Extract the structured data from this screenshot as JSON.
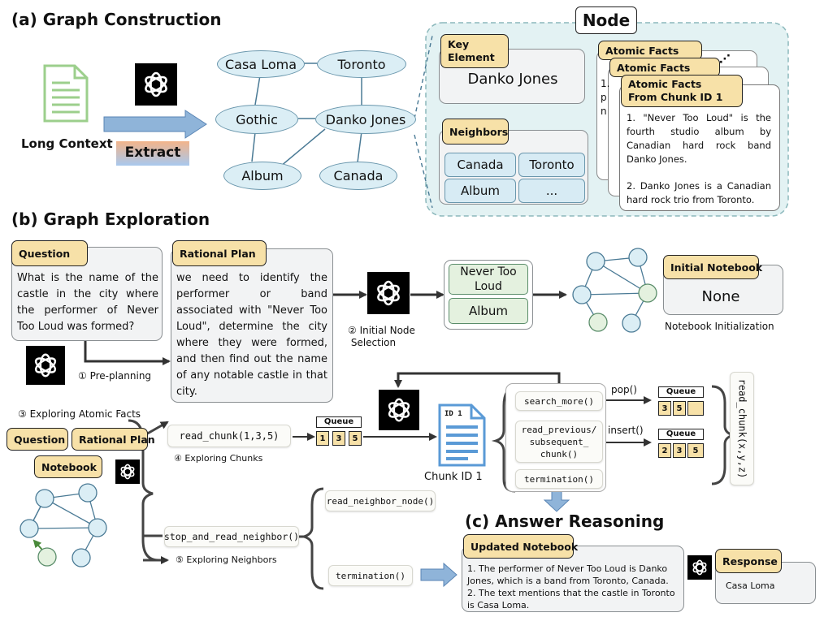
{
  "section_a": {
    "title": "(a) Graph Construction",
    "input_label": "Long Context",
    "extract_label": "Extract",
    "graph_nodes": [
      "Casa Loma",
      "Toronto",
      "Gothic",
      "Danko Jones",
      "Album",
      "Canada"
    ],
    "node_title": "Node",
    "key_element_label": "Key\nElement",
    "key_element_value": "Danko Jones",
    "neighbors_label": "Neighbors",
    "neighbors": [
      "Canada",
      "Toronto",
      "Album",
      "..."
    ],
    "atomic_facts_label": "Atomic Facts",
    "atomic_facts_front_label": "Atomic Facts\nFrom Chunk ID 1",
    "behind_partial": "1.\np\nn",
    "fact_1": "1. \"Never Too Loud\" is the fourth studio album by Canadian hard rock band Danko Jones.",
    "fact_2": "2. Danko Jones is a Canadian hard rock trio from Toronto."
  },
  "section_b": {
    "title": "(b) Graph Exploration",
    "question_label": "Question",
    "question_text": "What is the name of the castle in the city where the performer of Never Too Loud was formed?",
    "plan_label": "Rational Plan",
    "plan_text": "we need to identify the performer or band associated with \"Never Too Loud\", determine the city where they were formed, and then find out the name of any notable castle in that city.",
    "step1": "① Pre-planning",
    "step2": "② Initial Node\n Selection",
    "selected_nodes": [
      "Never Too\nLoud",
      "Album"
    ],
    "notebook_label": "Initial Notebook",
    "notebook_value": "None",
    "notebook_caption": "Notebook Initialization",
    "step3": "③ Exploring Atomic Facts",
    "mini_question": "Question",
    "mini_plan": "Rational Plan",
    "mini_notebook": "Notebook",
    "read_chunk": "read_chunk(1,3,5)",
    "step4": "④ Exploring Chunks",
    "queue_label": "Queue",
    "queue_1": [
      "1",
      "3",
      "5"
    ],
    "chunk_label": "Chunk ID 1",
    "doc_tag": "ID 1",
    "search_more": "search_more()",
    "read_prev": "read_previous/\nsubsequent_\nchunk()",
    "termination_chunk": "termination()",
    "pop_label": "pop()",
    "insert_label": "insert()",
    "queue_2": [
      "3",
      "5",
      ""
    ],
    "queue_3": [
      "2",
      "3",
      "5"
    ],
    "read_chunk_xyz": "read_chunk(x,y,z)",
    "stop_read_neighbor": "stop_and_read_neighbor()",
    "step5": "⑤ Exploring Neighbors",
    "read_neighbor_node": "read_neighbor_node()",
    "termination_neighbor": "termination()"
  },
  "section_c": {
    "title": "(c) Answer Reasoning",
    "updated_notebook_label": "Updated Notebook",
    "updated_notebook_text": "1. The performer of Never Too Loud is Danko Jones, which is a band from Toronto, Canada.\n2. The text mentions that the castle in Toronto is Casa Loma.",
    "response_label": "Response",
    "response_value": "Casa Loma"
  },
  "icon_names": [
    "document-icon",
    "openai-logo-icon",
    "chunk-document-icon",
    "arrow-icon"
  ],
  "colors": {
    "node_fill": "#dbeef5",
    "node_stroke": "#6a97ad",
    "tag_fill": "#f7e1a8",
    "panel_fill": "#e3f2f3",
    "green_node": "#e4f1df",
    "arrow_blue": "#8fb4d9",
    "doc_green": "#9ccf8c"
  }
}
